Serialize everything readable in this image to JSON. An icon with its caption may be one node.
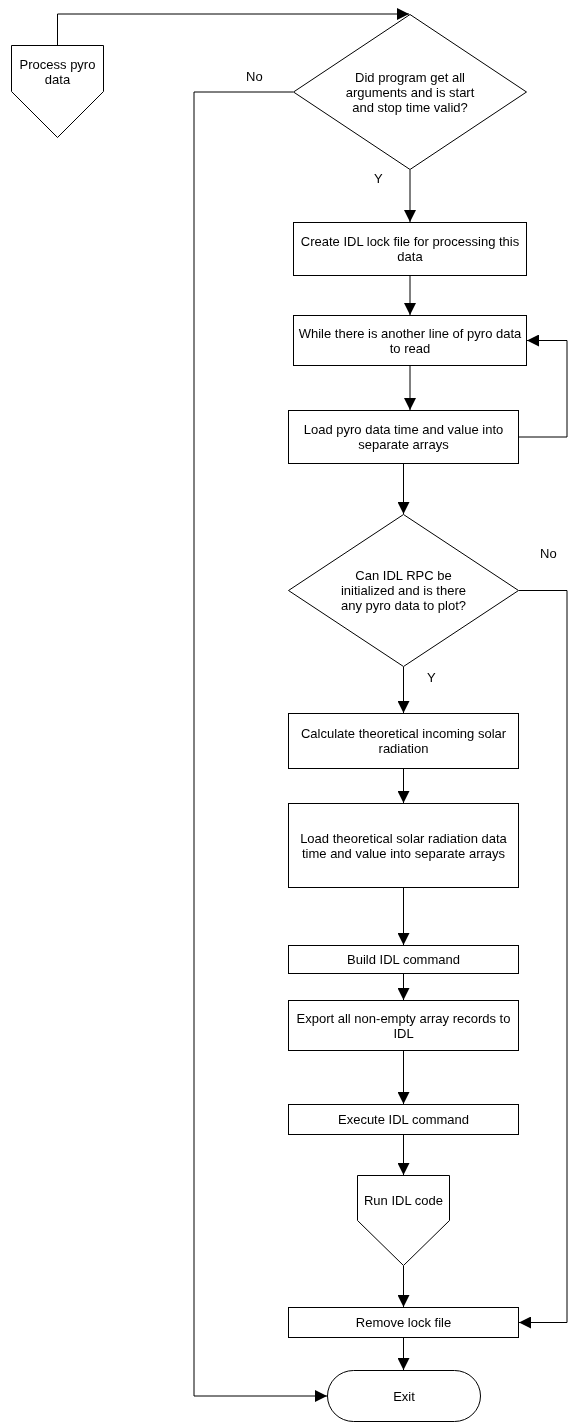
{
  "diagram": {
    "nodes": [
      {
        "text": [
          "Process pyro data"
        ]
      },
      {
        "text": [
          "Did program get all arguments and is start and stop time valid?"
        ]
      },
      {
        "text": [
          "Create IDL lock file for processing this data"
        ]
      },
      {
        "text": [
          "While there is another line of pyro data to read"
        ]
      },
      {
        "text": [
          "Load pyro data time and value into separate arrays"
        ]
      },
      {
        "text": [
          "Can IDL RPC be initialized and is there any pyro data to plot?"
        ]
      },
      {
        "text": [
          "Calculate theoretical incoming solar radiation"
        ]
      },
      {
        "text": [
          "Load theoretical solar radiation data time and value into separate arrays"
        ]
      },
      {
        "text": [
          "Build IDL command"
        ]
      },
      {
        "text": [
          "Export all non-empty array records to IDL"
        ]
      },
      {
        "text": [
          "Execute IDL command"
        ]
      },
      {
        "text": [
          "Run IDL code"
        ]
      },
      {
        "text": [
          "Remove lock file"
        ]
      },
      {
        "text": [
          "Exit"
        ]
      }
    ],
    "edges": [
      {
        "from": 0,
        "to": 1,
        "arrow": "to"
      },
      {
        "from": 1,
        "to": 2,
        "arrow": "to",
        "label": "Y"
      },
      {
        "from": 1,
        "to": 13,
        "arrow": "to",
        "label": "No"
      },
      {
        "from": 2,
        "to": 3,
        "arrow": "to"
      },
      {
        "from": 3,
        "to": 4,
        "arrow": "to"
      },
      {
        "from": 4,
        "to": 3,
        "arrow": "to"
      },
      {
        "from": 4,
        "to": 5,
        "arrow": "to"
      },
      {
        "from": 5,
        "to": 6,
        "arrow": "to",
        "label": "Y"
      },
      {
        "from": 5,
        "to": 12,
        "arrow": "to",
        "label": "No"
      },
      {
        "from": 6,
        "to": 7,
        "arrow": "to"
      },
      {
        "from": 7,
        "to": 8,
        "arrow": "to"
      },
      {
        "from": 8,
        "to": 9,
        "arrow": "to"
      },
      {
        "from": 9,
        "to": 10,
        "arrow": "to"
      },
      {
        "from": 10,
        "to": 11,
        "arrow": "to"
      },
      {
        "from": 11,
        "to": 12,
        "arrow": "to"
      },
      {
        "from": 12,
        "to": 13,
        "arrow": "to"
      }
    ]
  }
}
